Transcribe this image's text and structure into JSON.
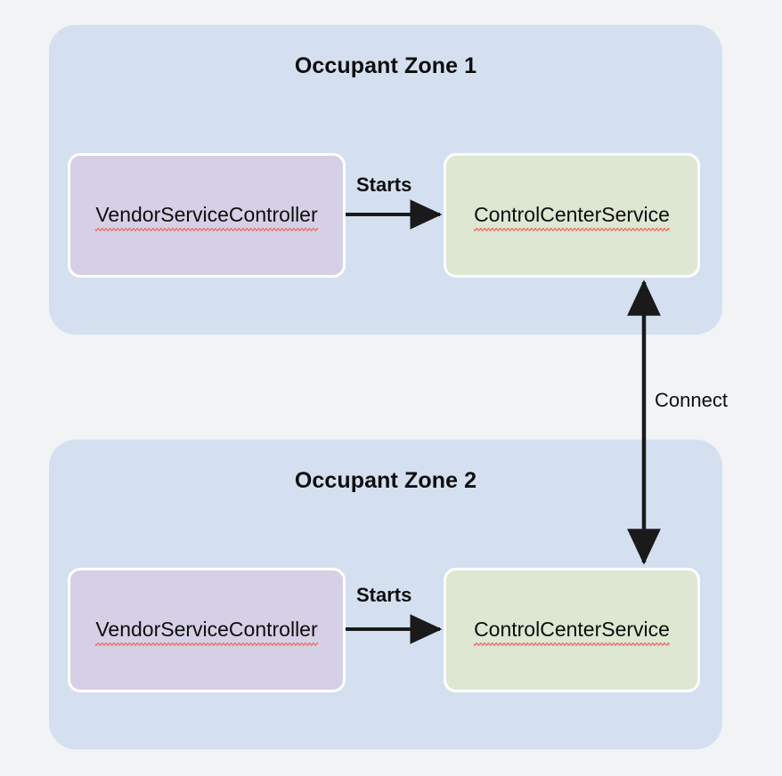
{
  "diagram": {
    "background_color": "#f1f3f4",
    "zone_color": "#d4e0f0",
    "node_purple_color": "#d6d0e6",
    "node_green_color": "#dde7d2",
    "arrow_color": "#1a1a1a",
    "spellcheck_underline_color": "#e8756a",
    "zones": [
      {
        "title": "Occupant Zone 1",
        "nodes": [
          {
            "label": "VendorServiceController",
            "type": "controller"
          },
          {
            "label": "ControlCenterService",
            "type": "service"
          }
        ],
        "edge_label": "Starts"
      },
      {
        "title": "Occupant Zone 2",
        "nodes": [
          {
            "label": "VendorServiceController",
            "type": "controller"
          },
          {
            "label": "ControlCenterService",
            "type": "service"
          }
        ],
        "edge_label": "Starts"
      }
    ],
    "cross_zone_edge": {
      "label": "Connect",
      "direction": "bidirectional"
    }
  }
}
